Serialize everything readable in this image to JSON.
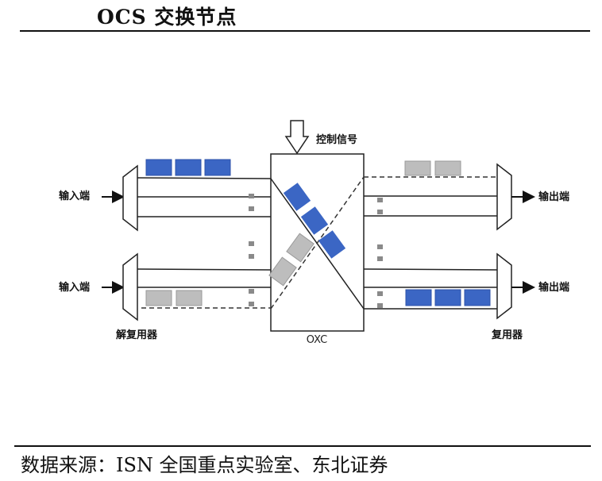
{
  "header": {
    "title": "OCS 交换节点"
  },
  "diagram": {
    "control_signal": "控制信号",
    "switch_label": "OXC",
    "inputs": [
      {
        "label": "输入端"
      },
      {
        "label": "输入端"
      }
    ],
    "outputs": [
      {
        "label": "输出端"
      },
      {
        "label": "输出端"
      }
    ],
    "demux_label": "解复用器",
    "mux_label": "复用器",
    "colors": {
      "blue_packet": "#3b66c4",
      "gray_packet": "#bdbdbd",
      "line": "#222222",
      "dot": "#8a8a8a"
    }
  },
  "footer": {
    "source": "数据来源：ISN 全国重点实验室、东北证券"
  }
}
